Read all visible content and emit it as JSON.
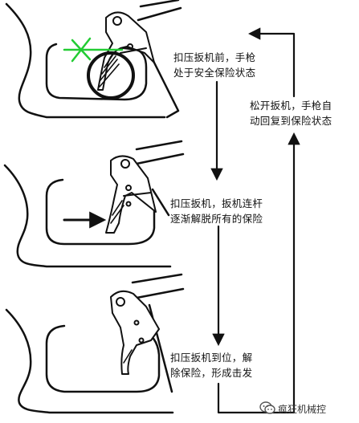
{
  "steps": [
    {
      "line1": "扣压扳机前，手枪",
      "line2": "处于安全保险状态"
    },
    {
      "line1": "扣压扳机，扳机连杆",
      "line2": "逐渐解脱所有的保险"
    },
    {
      "line1": "扣压扳机到位，解",
      "line2": "除保险，形成击发"
    }
  ],
  "return_step": {
    "line1": "松开扳机，手枪自",
    "line2": "动回复到保险状态"
  },
  "watermark": {
    "text": "疯狂机械控",
    "icon": "wechat-icon"
  },
  "colors": {
    "ink": "#111111",
    "cross": "#22cc33",
    "paper": "#ffffff"
  }
}
